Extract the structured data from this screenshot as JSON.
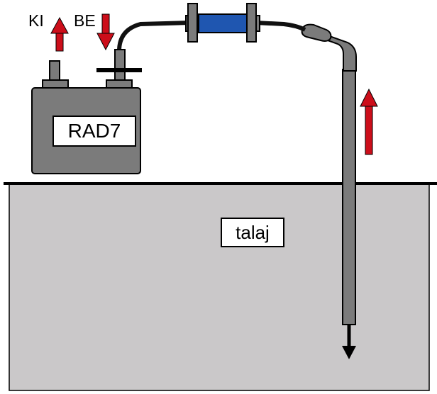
{
  "labels": {
    "out": "KI",
    "in": "BE",
    "device": "RAD7",
    "soil": "talaj"
  },
  "colors": {
    "soil_fill": "#cac8c9",
    "device_fill": "#7b7b7b",
    "pipe_fill": "#7b7b7b",
    "tube": "#111111",
    "filter": "#1f56b0",
    "arrow_red": "#cc0e1a",
    "outline": "#000000"
  }
}
